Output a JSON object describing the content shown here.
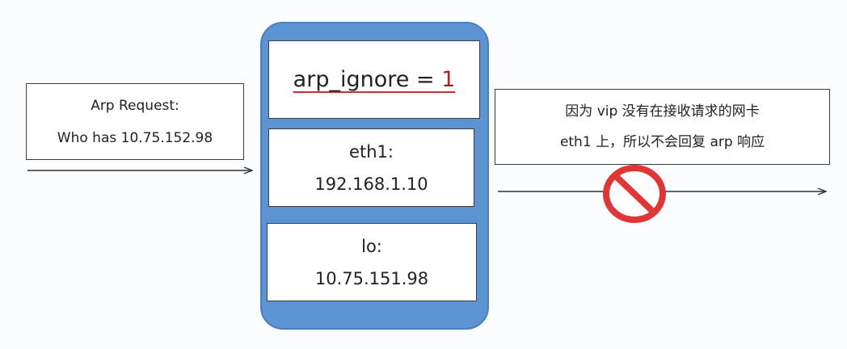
{
  "request": {
    "line1": "Arp Request:",
    "line2": "Who has 10.75.152.98"
  },
  "host": {
    "arp_setting": {
      "prefix": "arp_ignore = ",
      "value": "1"
    },
    "eth1": {
      "name": "eth1:",
      "ip": "192.168.1.10"
    },
    "lo": {
      "name": "lo:",
      "ip": "10.75.151.98"
    }
  },
  "reply": {
    "line1": "因为 vip 没有在接收请求的网卡",
    "line2": "eth1 上，所以不会回复 arp 响应"
  },
  "colors": {
    "host_fill": "#5c93d3",
    "accent_red": "#b32020",
    "no_sign_red": "#e23636"
  },
  "icons": {
    "blocked": "no-entry-icon"
  }
}
